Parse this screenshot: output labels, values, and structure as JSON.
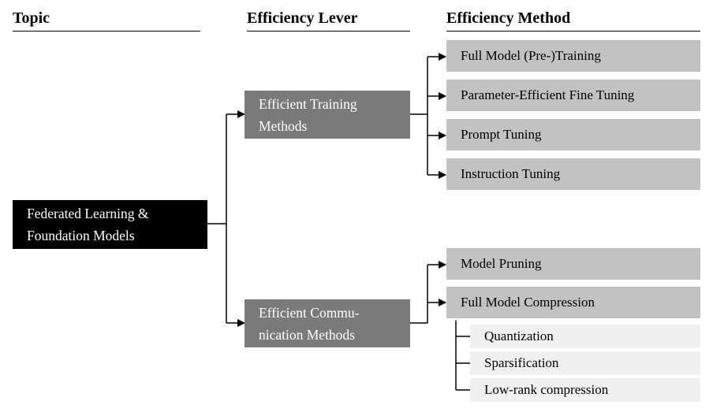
{
  "headers": {
    "topic": "Topic",
    "lever": "Efficiency Lever",
    "method": "Efficiency Method"
  },
  "root": {
    "line1": "Federated Learning &",
    "line2": "Foundation Models"
  },
  "levers": [
    {
      "line1": "Efficient Training",
      "line2": "Methods",
      "methods": [
        "Full Model (Pre-)Training",
        "Parameter-Efficient Fine Tuning",
        "Prompt Tuning",
        "Instruction Tuning"
      ]
    },
    {
      "line1": "Efficient Commu-",
      "line2": "nication Methods",
      "methods": [
        "Model Pruning",
        "Full Model Compression"
      ]
    }
  ],
  "compression_techniques": [
    "Quantization",
    "Sparsification",
    "Low-rank compression"
  ]
}
